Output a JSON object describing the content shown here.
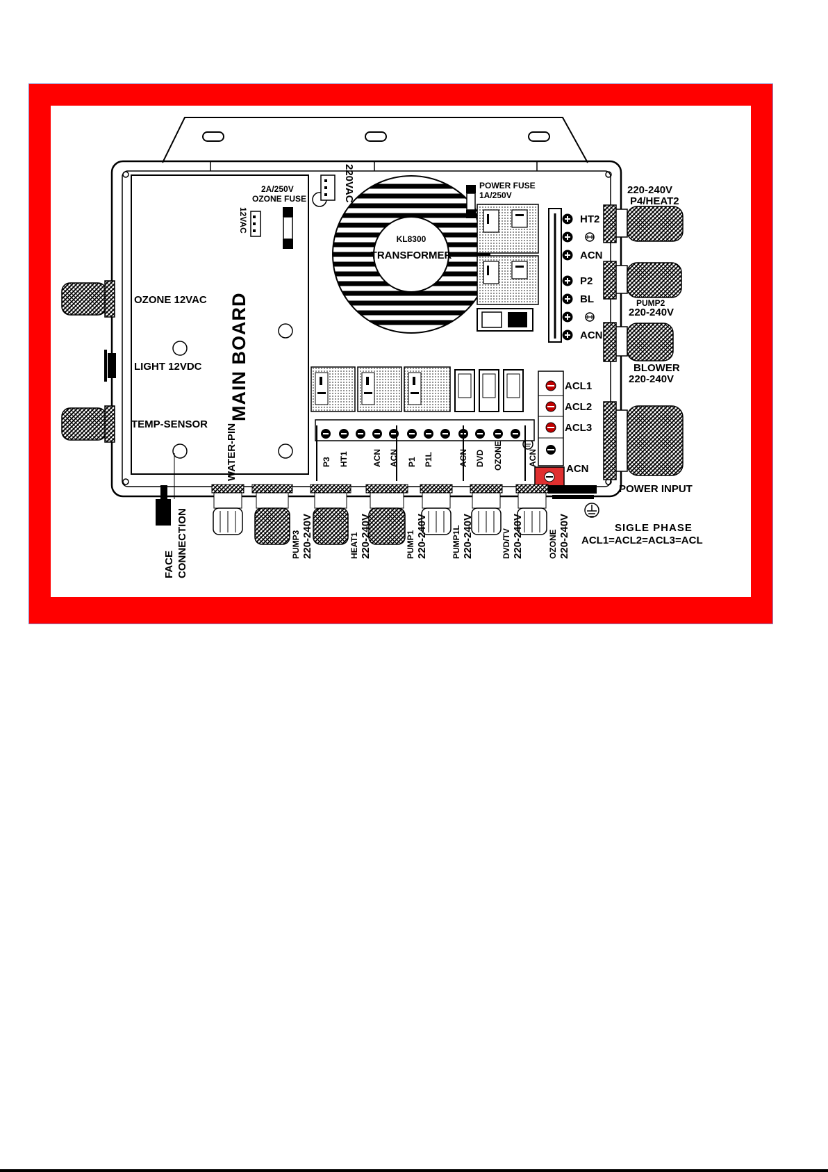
{
  "colors": {
    "frame_red": "#ff0000",
    "frame_border": "#8a86c8",
    "ink": "#000000",
    "highlight_terminal": "#e03030"
  },
  "board": {
    "main_board": "MAIN BOARD",
    "ac12": "12VAC",
    "ozone_fuse": [
      "2A/250V",
      "OZONE FUSE"
    ],
    "vac220": "220VAC",
    "water_pin": "WATER-PIN"
  },
  "transformer": {
    "model": "KL8300",
    "name": "TRANSFORMER"
  },
  "power_fuse": [
    "POWER FUSE",
    "1A/250V"
  ],
  "left_ports": {
    "ozone": "OZONE 12VAC",
    "light": "LIGHT 12VDC",
    "temp": "TEMP-SENSOR"
  },
  "right_ports": {
    "p4_heat2": [
      "220-240V",
      "P4/HEAT2"
    ],
    "pump2": [
      "PUMP2",
      "220-240V"
    ],
    "blower": [
      "BLOWER",
      "220-240V"
    ],
    "power_input": "POWER INPUT"
  },
  "upper_terminals": [
    "HT2",
    "ACN",
    "P2",
    "BL",
    "ACN"
  ],
  "acl_terminals": [
    "ACL1",
    "ACL2",
    "ACL3",
    "ACN"
  ],
  "bottom_terminals": [
    "P3",
    "HT1",
    "ACN",
    "ACN",
    "P1",
    "P1L",
    "ACN",
    "DVD",
    "OZONE",
    "ACN"
  ],
  "bottom_ports": [
    [
      "FACE",
      "CONNECTION"
    ],
    [
      "PUMP3",
      "220-240V"
    ],
    [
      "HEAT1",
      "220-240V"
    ],
    [
      "PUMP1",
      "220-240V"
    ],
    [
      "PUMP1L",
      "220-240V"
    ],
    [
      "DVD/TV",
      "220-240V"
    ],
    [
      "OZONE",
      "220-240V"
    ]
  ],
  "phase_note": [
    "SIGLE PHASE",
    "ACL1=ACL2=ACL3=ACL"
  ]
}
